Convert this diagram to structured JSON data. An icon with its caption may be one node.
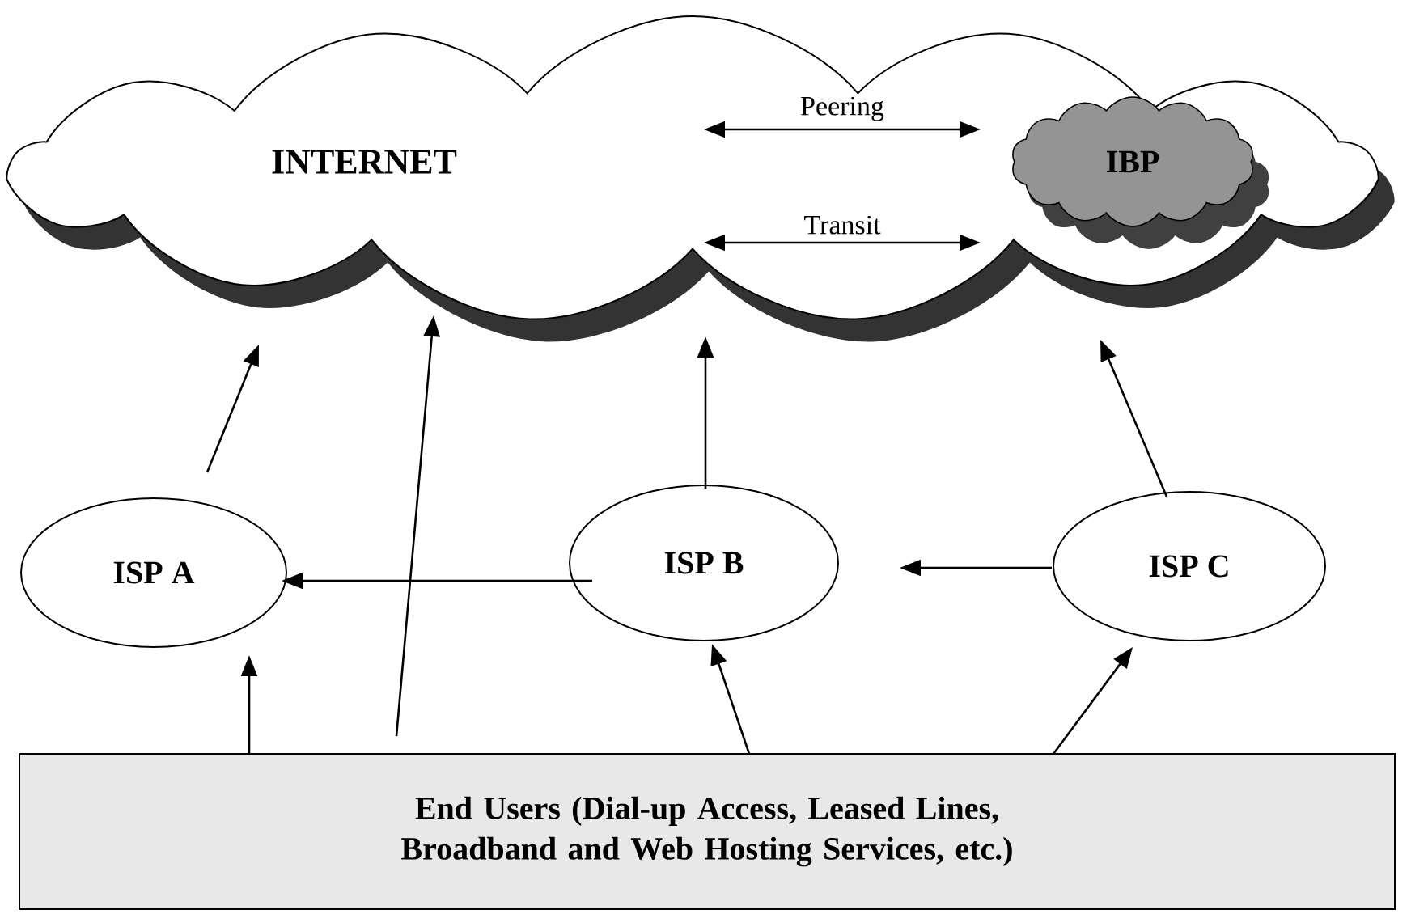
{
  "diagram": {
    "nodes": [
      {
        "text": [
          "INTERNET"
        ]
      },
      {
        "text": [
          "IBP"
        ],
        "in": 0
      },
      {
        "text": [
          "ISP A"
        ]
      },
      {
        "text": [
          "ISP B"
        ]
      },
      {
        "text": [
          "ISP C"
        ]
      },
      {
        "text": [
          "End Users (Dial-up Access, Leased Lines, Broadband and Web Hosting Services, etc.)"
        ]
      }
    ],
    "edges": [
      {
        "from": null,
        "to": 1,
        "arrow": "both",
        "label": "Peering"
      },
      {
        "from": null,
        "to": 1,
        "arrow": "both",
        "label": "Transit"
      },
      {
        "from": 2,
        "to": 0,
        "arrow": "to"
      },
      {
        "from": 5,
        "to": 0,
        "arrow": "to"
      },
      {
        "from": 3,
        "to": 0,
        "arrow": "to"
      },
      {
        "from": 4,
        "to": 0,
        "arrow": "to"
      },
      {
        "from": 3,
        "to": 2,
        "arrow": "to"
      },
      {
        "from": 4,
        "to": 3,
        "arrow": "to"
      },
      {
        "from": 5,
        "to": 2,
        "arrow": "to"
      },
      {
        "from": 5,
        "to": 3,
        "arrow": "to"
      },
      {
        "from": 5,
        "to": 4,
        "arrow": "to"
      }
    ]
  }
}
